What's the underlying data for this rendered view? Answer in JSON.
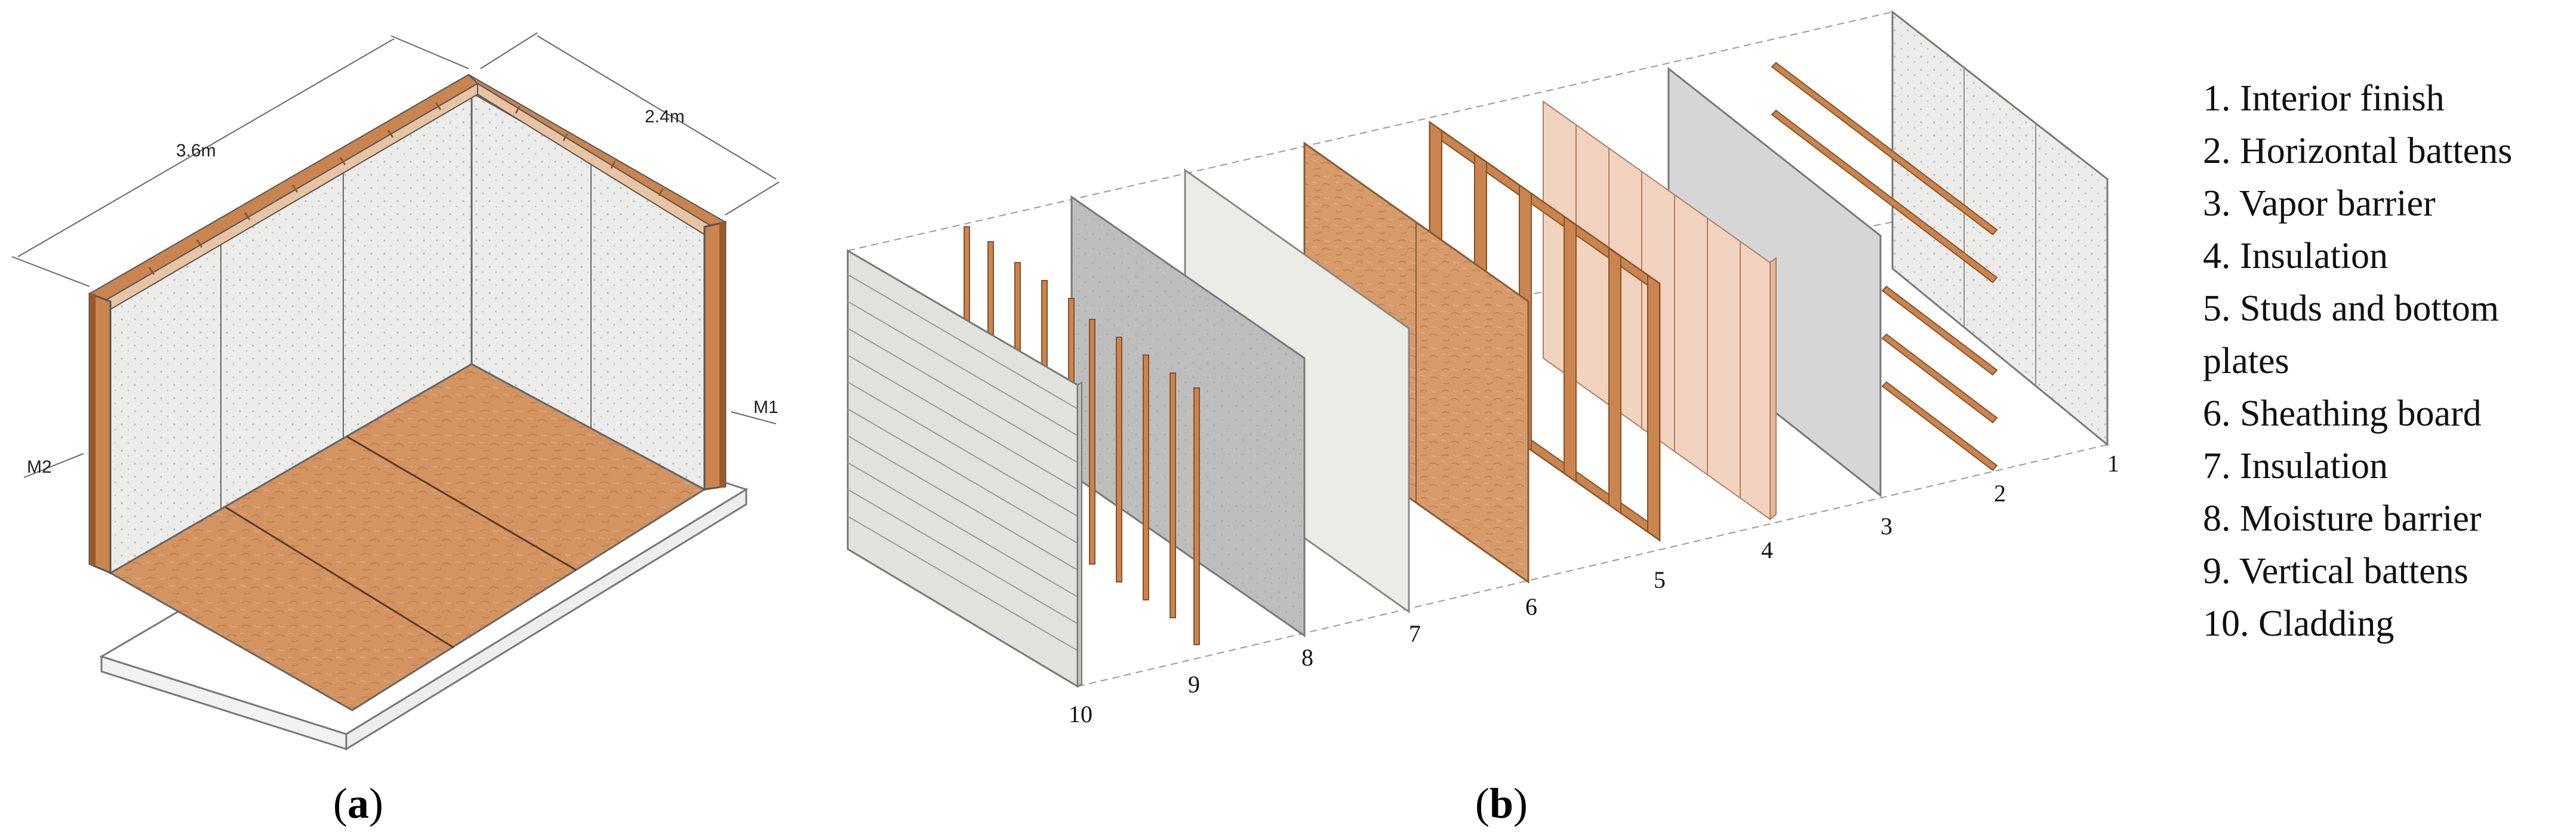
{
  "panel_a": {
    "caption_open": "(",
    "caption_letter": "a",
    "caption_close": ")",
    "dim_long": "3.6m",
    "dim_short": "2.4m",
    "marker_1": "M1",
    "marker_2": "M2"
  },
  "panel_b": {
    "caption_open": "(",
    "caption_letter": "b",
    "caption_close": ")",
    "layer_numbers": [
      "1",
      "2",
      "3",
      "4",
      "5",
      "6",
      "7",
      "8",
      "9",
      "10"
    ]
  },
  "legend": {
    "items": [
      "1. Interior finish",
      "2. Horizontal battens",
      "3. Vapor barrier",
      "4. Insulation",
      "5. Studs and bottom",
      "plates",
      "6. Sheathing board",
      "7. Insulation",
      "8. Moisture barrier",
      "9. Vertical battens",
      "10. Cladding"
    ]
  },
  "colors": {
    "wood": "#c9844f",
    "wood_dark": "#9a5a2c",
    "osb": "#d79a6b",
    "insulation": "#f2d3bf",
    "gray_panel": "#bdbdbd",
    "white_panel": "#eeeeea",
    "cladding": "#e1e2dc"
  }
}
